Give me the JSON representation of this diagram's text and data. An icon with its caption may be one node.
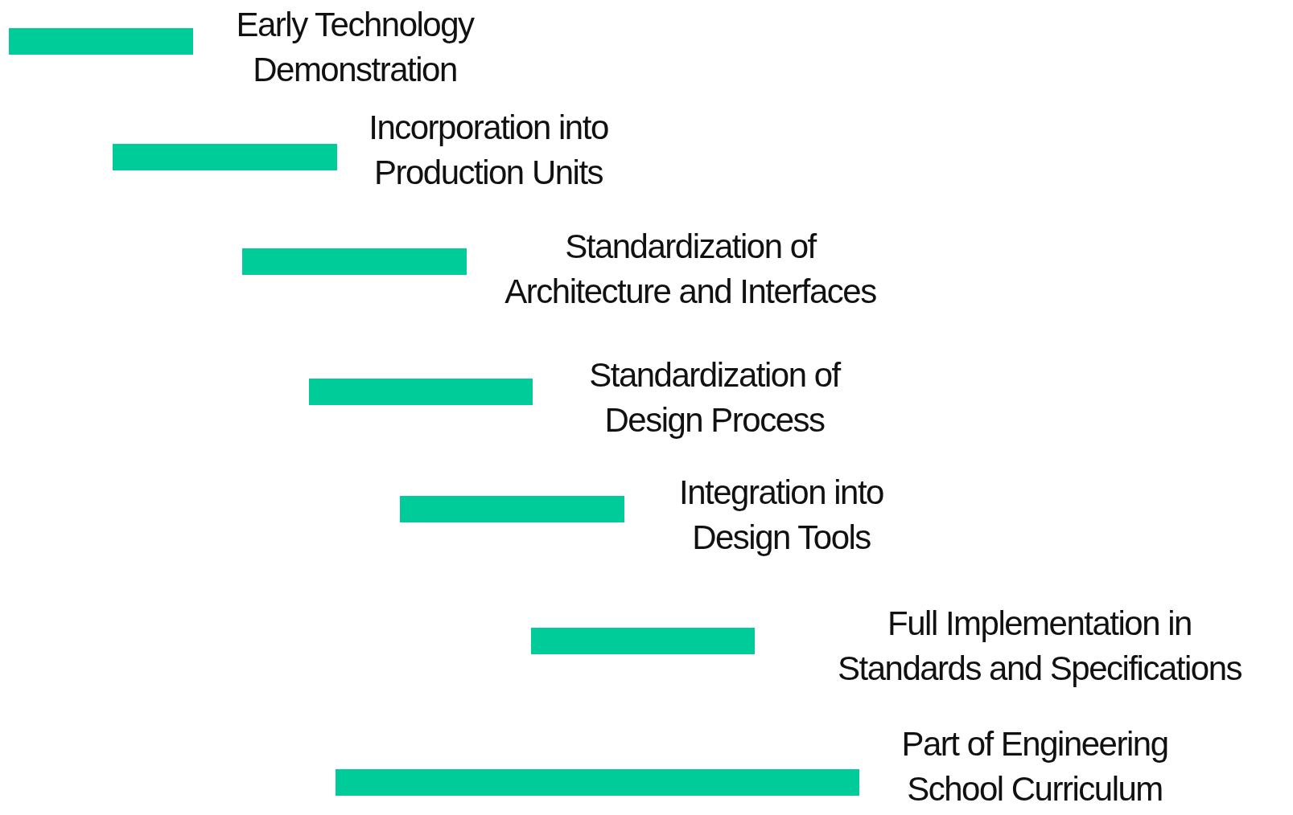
{
  "diagram": {
    "nodes": [
      {
        "text": [],
        "shape": "bar",
        "beside": [
          "Early Technology Demonstration"
        ]
      },
      {
        "text": [],
        "shape": "bar",
        "beside": [
          "Incorporation into Production Units"
        ]
      },
      {
        "text": [],
        "shape": "bar",
        "beside": [
          "Standardization of Architecture and Interfaces"
        ]
      },
      {
        "text": [],
        "shape": "bar",
        "beside": [
          "Standardization of Design Process"
        ]
      },
      {
        "text": [],
        "shape": "bar",
        "beside": [
          "Integration into Design Tools"
        ]
      },
      {
        "text": [],
        "shape": "bar",
        "beside": [
          "Full Implementation in Standards and Specifications"
        ]
      },
      {
        "text": [],
        "shape": "bar",
        "beside": [
          "Part of Engineering School Curriculum"
        ]
      }
    ]
  }
}
